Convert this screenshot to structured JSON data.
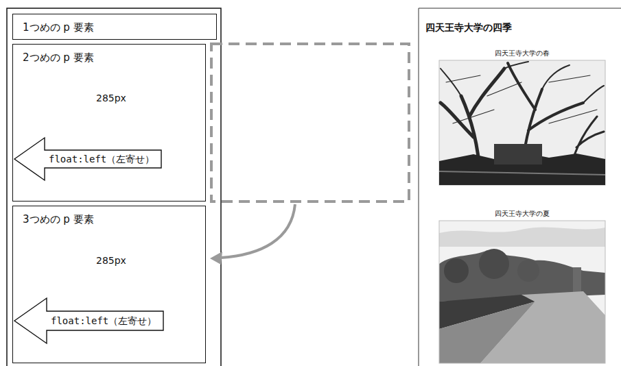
{
  "diagram": {
    "nodes": [
      {
        "text": [
          "1つめの p 要素"
        ]
      },
      {
        "text": [
          "2つめの p 要素"
        ]
      },
      {
        "text": [
          "float:left（左寄せ）"
        ],
        "in": 1
      },
      {
        "text": [
          "3つめの p 要素"
        ]
      },
      {
        "text": [
          "float:left（左寄せ）"
        ],
        "in": 3
      }
    ],
    "labels": [
      "285px",
      "285px",
      "四天王寺大学の四季",
      "四天王寺大学の春",
      "四天王寺大学の夏"
    ]
  }
}
